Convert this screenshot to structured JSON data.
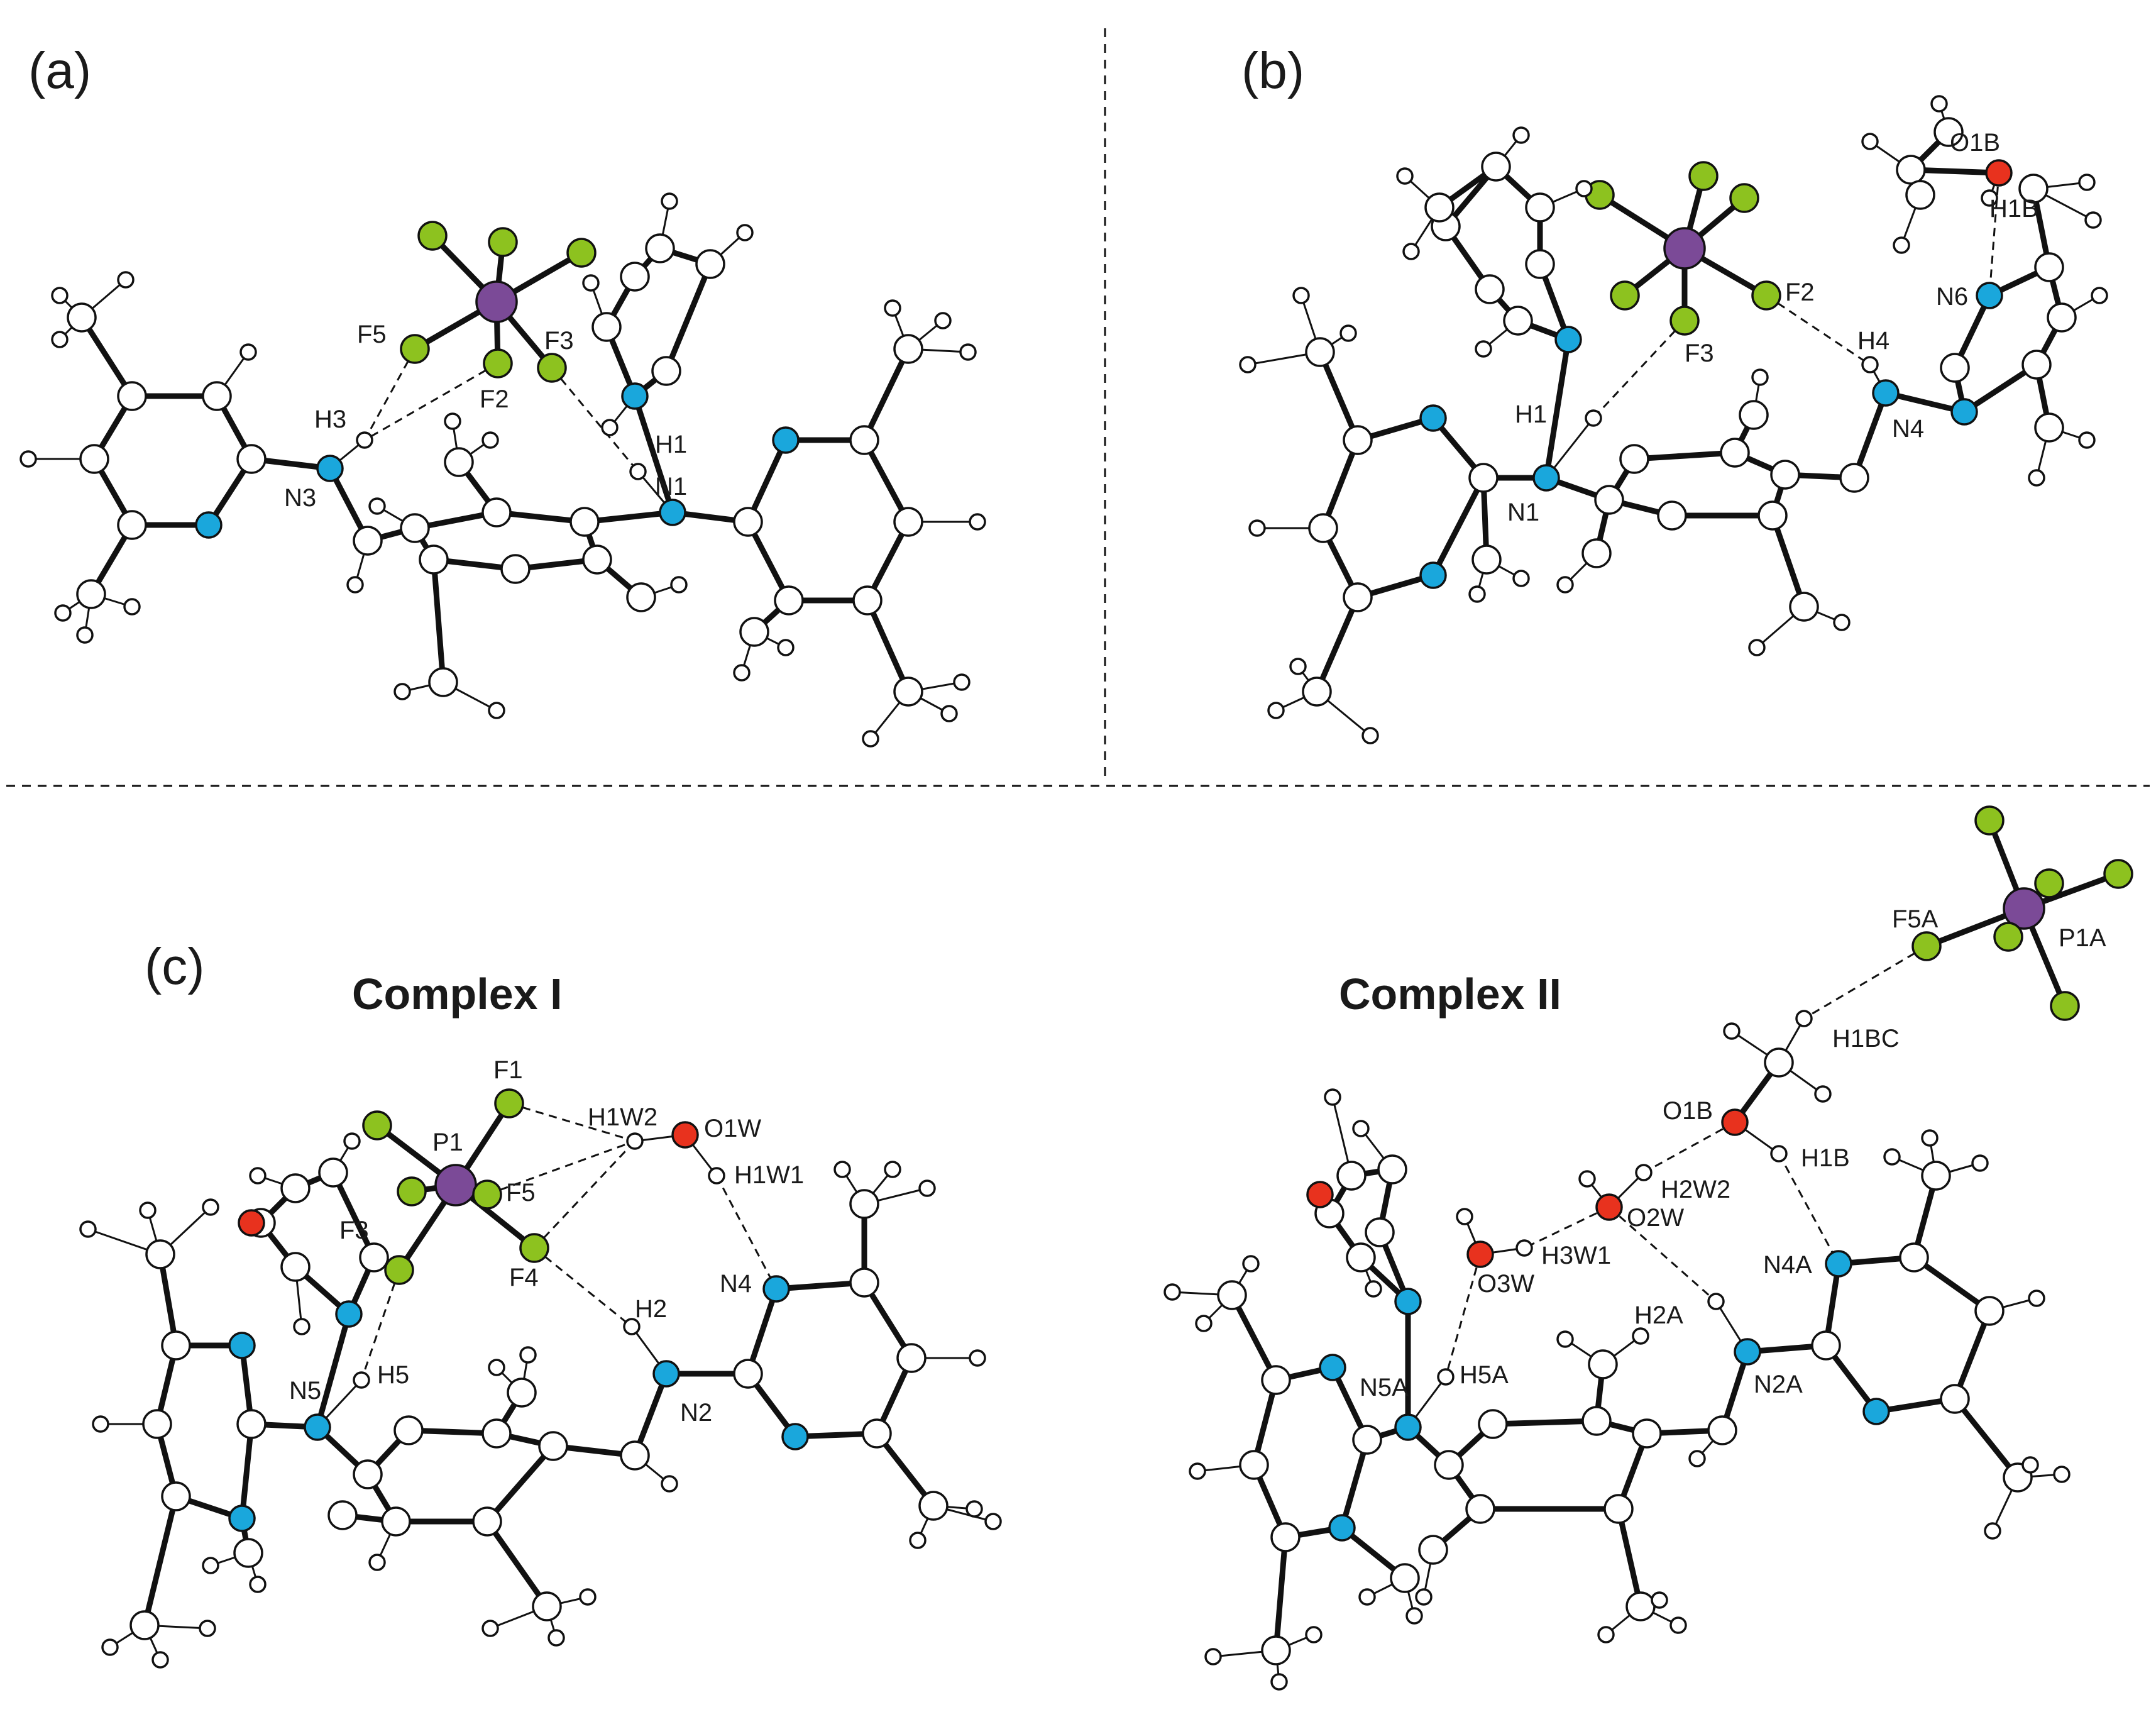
{
  "panels": {
    "a": {
      "letter": "(a)"
    },
    "b": {
      "letter": "(b)"
    },
    "c": {
      "letter": "(c)",
      "title_left": "Complex I",
      "title_right": "Complex II"
    }
  },
  "colors": {
    "carbon": "#ffffff",
    "hydrogen": "#ffffff",
    "nitrogen": "#1aa7dc",
    "fluorine": "#8dc21f",
    "phosphorus": "#7b4a97",
    "oxygen": "#e8321e",
    "bond": "#111111"
  },
  "labels": {
    "a": {
      "F5": "F5",
      "F3": "F3",
      "F2": "F2",
      "H3": "H3",
      "N3": "N3",
      "H1": "H1",
      "N1": "N1"
    },
    "b": {
      "O1B": "O1B",
      "H1B": "H1B",
      "F2": "F2",
      "N6": "N6",
      "H4": "H4",
      "F3": "F3",
      "H1": "H1",
      "N4": "N4",
      "N1": "N1"
    },
    "c1": {
      "F1": "F1",
      "H1W2": "H1W2",
      "O1W": "O1W",
      "P1": "P1",
      "H1W1": "H1W1",
      "F5": "F5",
      "F3": "F3",
      "F4": "F4",
      "N4": "N4",
      "H2": "H2",
      "N5": "N5",
      "H5": "H5",
      "N2": "N2"
    },
    "c2": {
      "F5A": "F5A",
      "P1A": "P1A",
      "H1BC": "H1BC",
      "O1B": "O1B",
      "H1B": "H1B",
      "H2W2": "H2W2",
      "O2W": "O2W",
      "H3W1": "H3W1",
      "O3W": "O3W",
      "N4A": "N4A",
      "H2A": "H2A",
      "N5A": "N5A",
      "H5A": "H5A",
      "N2A": "N2A"
    }
  }
}
